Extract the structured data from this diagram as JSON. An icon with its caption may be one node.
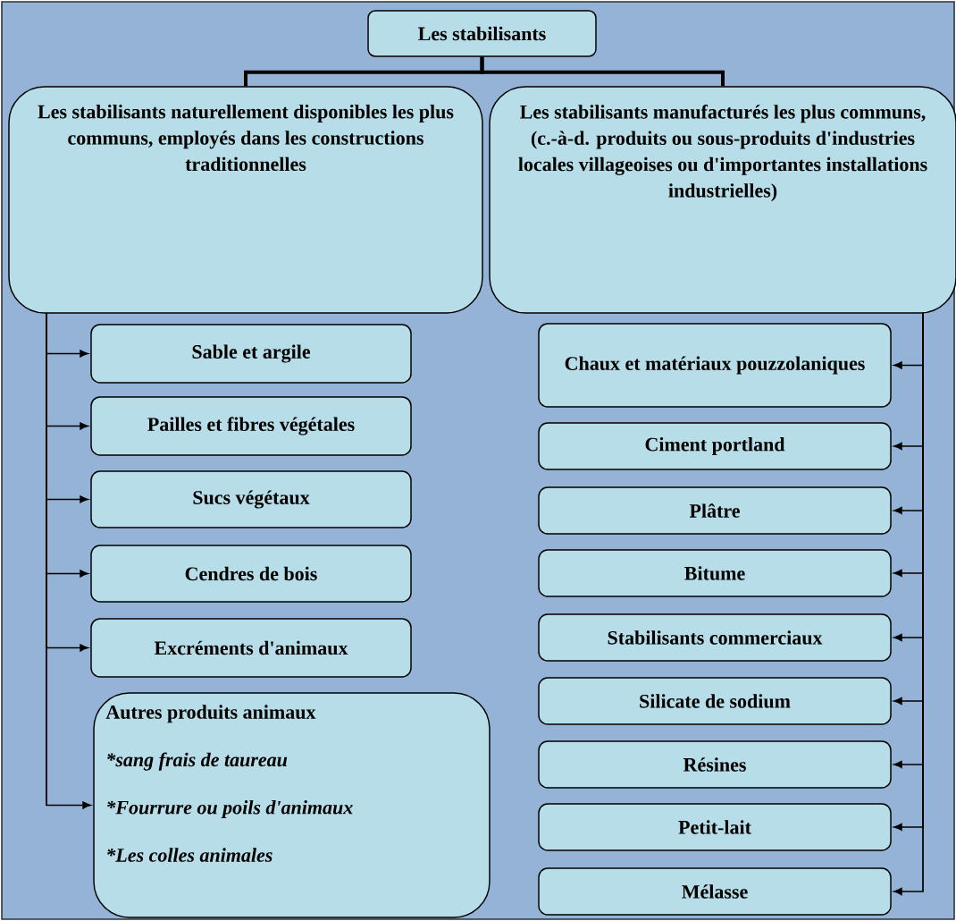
{
  "diagram": {
    "nodes": [
      {
        "text": [
          "Les stabilisants"
        ]
      },
      {
        "text": [
          "Les stabilisants naturellement disponibles les plus communs, employés dans les constructions traditionnelles"
        ]
      },
      {
        "text": [
          "Les stabilisants manufacturés les plus communs, (c.-à-d. produits ou sous-produits d'industries locales villageoises ou d'importantes installations industrielles)"
        ]
      },
      {
        "text": [
          "Sable et argile"
        ]
      },
      {
        "text": [
          "Pailles et fibres végétales"
        ]
      },
      {
        "text": [
          "Sucs végétaux"
        ]
      },
      {
        "text": [
          "Cendres de bois"
        ]
      },
      {
        "text": [
          "Excréments d'animaux"
        ]
      },
      {
        "text": [
          "Autres produits animaux",
          "*sang frais de taureau",
          "*Fourrure ou poils d'animaux",
          "*Les colles animales"
        ]
      },
      {
        "text": [
          "Chaux et matériaux pouzzolaniques"
        ]
      },
      {
        "text": [
          "Ciment portland"
        ]
      },
      {
        "text": [
          "Plâtre"
        ]
      },
      {
        "text": [
          "Bitume"
        ]
      },
      {
        "text": [
          "Stabilisants commerciaux"
        ]
      },
      {
        "text": [
          "Silicate de sodium"
        ]
      },
      {
        "text": [
          "Résines"
        ]
      },
      {
        "text": [
          "Petit-lait"
        ]
      },
      {
        "text": [
          "Mélasse"
        ]
      }
    ],
    "edges": [
      {
        "from": 0,
        "to": 1,
        "arrow": "none",
        "style": "thick"
      },
      {
        "from": 0,
        "to": 2,
        "arrow": "none",
        "style": "thick"
      },
      {
        "from": 1,
        "to": 3,
        "arrow": "to"
      },
      {
        "from": 1,
        "to": 4,
        "arrow": "to"
      },
      {
        "from": 1,
        "to": 5,
        "arrow": "to"
      },
      {
        "from": 1,
        "to": 6,
        "arrow": "to"
      },
      {
        "from": 1,
        "to": 7,
        "arrow": "to"
      },
      {
        "from": 1,
        "to": 8,
        "arrow": "to"
      },
      {
        "from": 2,
        "to": 9,
        "arrow": "to"
      },
      {
        "from": 2,
        "to": 10,
        "arrow": "to"
      },
      {
        "from": 2,
        "to": 11,
        "arrow": "to"
      },
      {
        "from": 2,
        "to": 12,
        "arrow": "to"
      },
      {
        "from": 2,
        "to": 13,
        "arrow": "to"
      },
      {
        "from": 2,
        "to": 14,
        "arrow": "to"
      },
      {
        "from": 2,
        "to": 15,
        "arrow": "to"
      },
      {
        "from": 2,
        "to": 16,
        "arrow": "to"
      },
      {
        "from": 2,
        "to": 17,
        "arrow": "to"
      }
    ]
  }
}
